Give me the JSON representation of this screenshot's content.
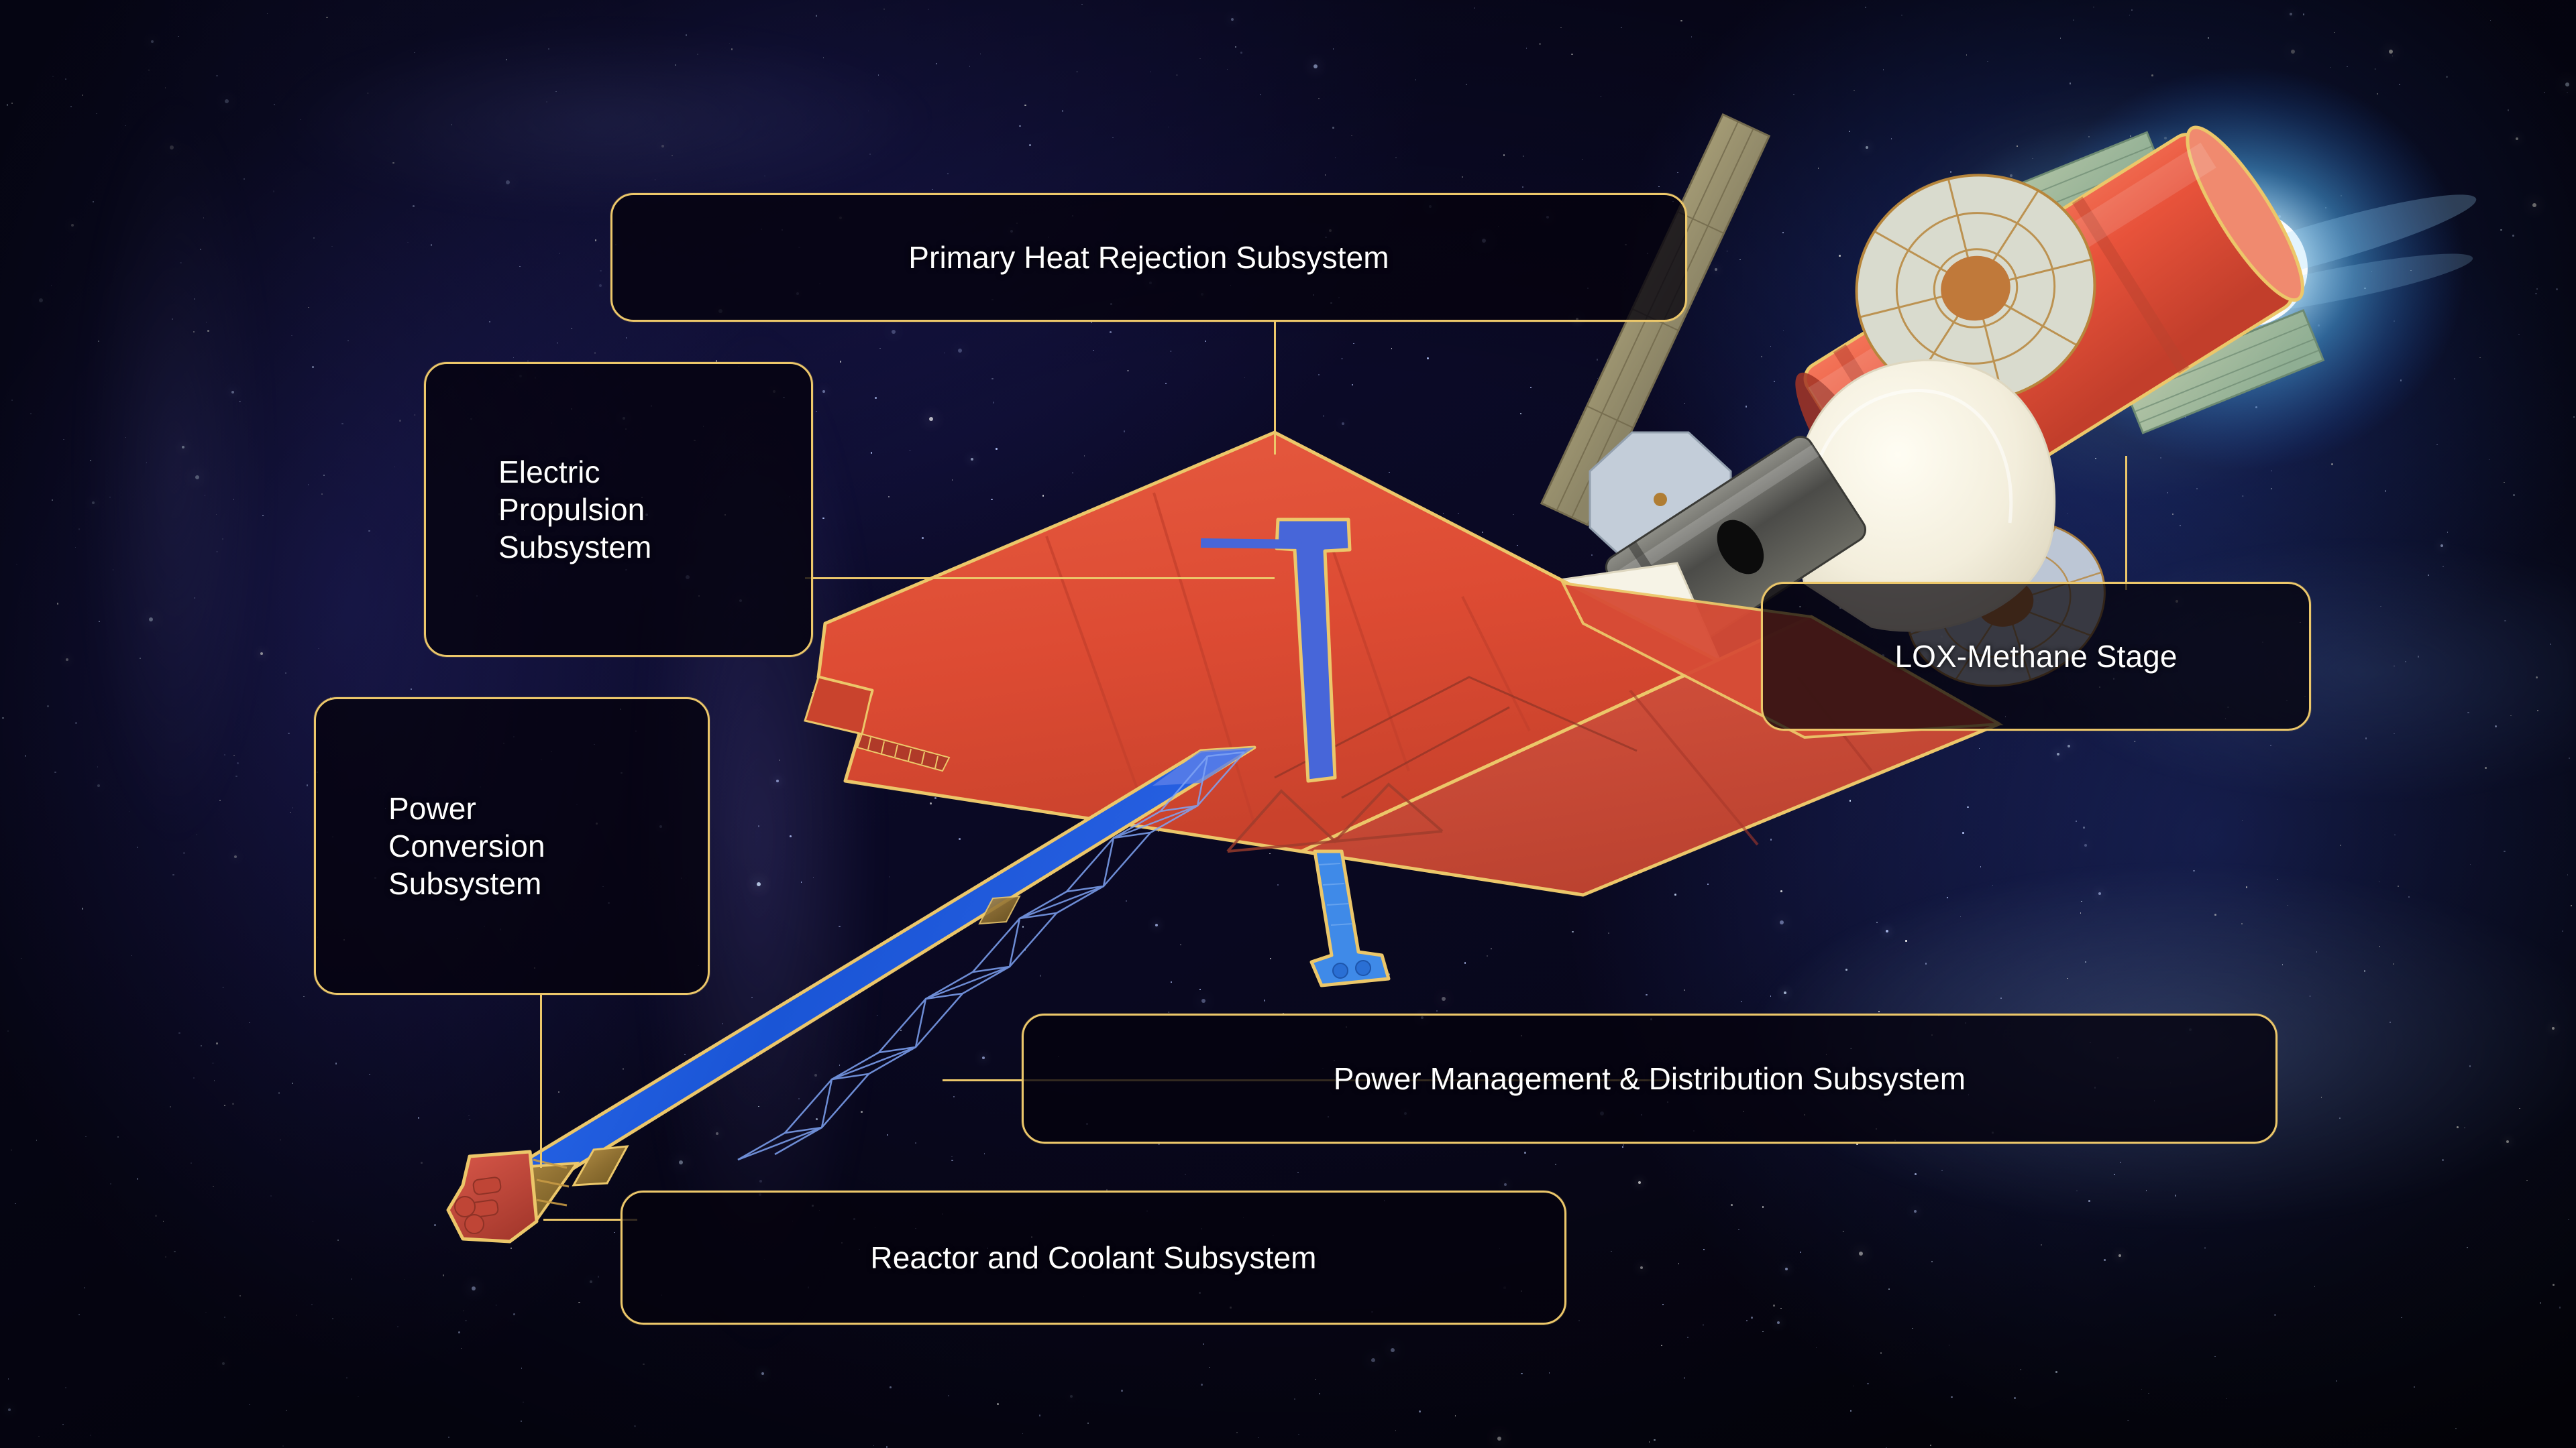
{
  "diagram": {
    "title_subject": "Nuclear Electric Propulsion Spacecraft",
    "accent_gold": "#ecc76a",
    "panel_red": "#e05038",
    "truss_blue": "#1f5fe0",
    "stage_red": "#e8533b",
    "background_deep_blue": "#0a0a28",
    "label_text_color": "#ffffff"
  },
  "callouts": [
    {
      "id": "primary-heat-rejection",
      "label": "Primary Heat Rejection Subsystem",
      "align": "centered",
      "translucent": false
    },
    {
      "id": "electric-propulsion",
      "label": "Electric\nPropulsion\nSubsystem",
      "align": "lefted",
      "translucent": false
    },
    {
      "id": "power-conversion",
      "label": "Power\nConversion\nSubsystem",
      "align": "lefted",
      "translucent": false
    },
    {
      "id": "lox-methane-stage",
      "label": "LOX-Methane Stage",
      "align": "centered",
      "translucent": true
    },
    {
      "id": "power-management-distribution",
      "label": "Power Management & Distribution Subsystem",
      "align": "centered",
      "translucent": false
    },
    {
      "id": "reactor-and-coolant",
      "label": "Reactor and Coolant Subsystem",
      "align": "centered",
      "translucent": false
    }
  ],
  "spacecraft_parts": [
    "radiator-panel-array",
    "deployable-truss-boom",
    "reactor-module",
    "lox-methane-tank-stage",
    "engine-bell-nozzle",
    "high-gain-dish-antenna",
    "solar-array-wings",
    "electric-thruster-mast"
  ]
}
